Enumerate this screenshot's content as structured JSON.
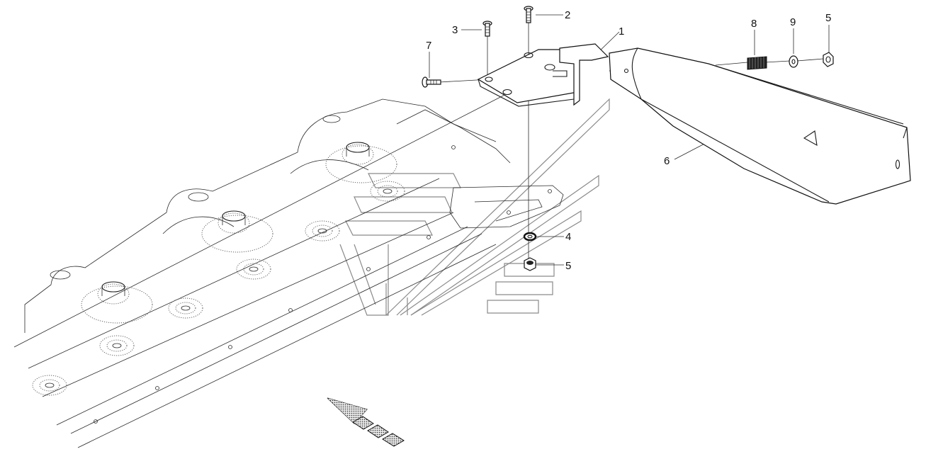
{
  "diagram": {
    "callouts": [
      {
        "id": "c1",
        "label": "1"
      },
      {
        "id": "c2",
        "label": "2"
      },
      {
        "id": "c3",
        "label": "3"
      },
      {
        "id": "c4",
        "label": "4"
      },
      {
        "id": "c5a",
        "label": "5"
      },
      {
        "id": "c5b",
        "label": "5"
      },
      {
        "id": "c6",
        "label": "6"
      },
      {
        "id": "c7",
        "label": "7"
      },
      {
        "id": "c8",
        "label": "8"
      },
      {
        "id": "c9",
        "label": "9"
      }
    ],
    "icons": {
      "direction_arrow": "travel-direction-arrow-icon",
      "watermark": "brand-watermark-icon"
    },
    "colors": {
      "line": "#111111",
      "watermark": "#9a9a9a",
      "background": "#ffffff"
    }
  }
}
